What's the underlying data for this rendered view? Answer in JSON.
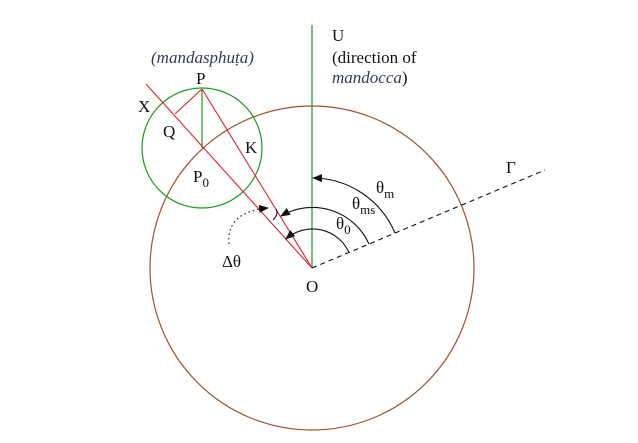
{
  "labels": {
    "mandasphuta": "(mandasphuṭa)",
    "P": "P",
    "X": "X",
    "Q": "Q",
    "K": "K",
    "P0_main": "P",
    "P0_sub": "0",
    "U": "U",
    "direction_of": "(direction of",
    "mandocca_italic": "mandocca",
    "mandocca_paren": ")",
    "theta_m": "θ",
    "theta_m_sub": "m",
    "theta_ms": "θ",
    "theta_ms_sub": "ms",
    "theta_0": "θ",
    "theta_0_sub": "0",
    "Gamma": "Γ",
    "delta_theta": "Δθ",
    "O": "O"
  },
  "colors": {
    "deferent": "#a0522d",
    "epicycle": "#1a9a1a",
    "red_lines": "#e0202a",
    "black": "#111111"
  }
}
